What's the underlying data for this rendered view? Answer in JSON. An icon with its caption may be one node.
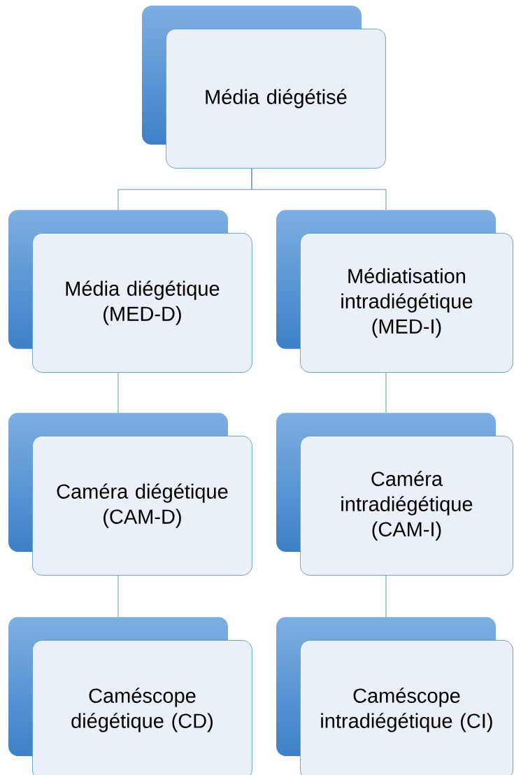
{
  "diagram": {
    "nodes": [
      {
        "text": [
          "Média diégétisé"
        ]
      },
      {
        "text": [
          "Média diégétique (MED-D)"
        ]
      },
      {
        "text": [
          "Médiatisation intradiégétique (MED-I)"
        ]
      },
      {
        "text": [
          "Caméra diégétique (CAM-D)"
        ]
      },
      {
        "text": [
          "Caméra intradiégétique (CAM-I)"
        ]
      },
      {
        "text": [
          "Caméscope diégétique (CD)"
        ]
      },
      {
        "text": [
          "Caméscope intradiégétique (CI)"
        ]
      }
    ],
    "edges": [
      {
        "from": 0,
        "to": 1,
        "arrow": "none"
      },
      {
        "from": 0,
        "to": 2,
        "arrow": "none"
      },
      {
        "from": 1,
        "to": 3,
        "arrow": "none"
      },
      {
        "from": 3,
        "to": 5,
        "arrow": "none"
      },
      {
        "from": 2,
        "to": 4,
        "arrow": "none"
      },
      {
        "from": 4,
        "to": 6,
        "arrow": "none"
      }
    ]
  }
}
